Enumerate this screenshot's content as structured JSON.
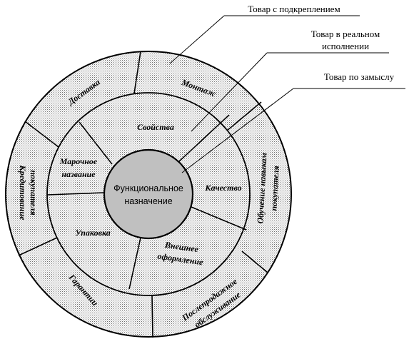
{
  "callouts": {
    "augmented": "Товар с подкреплением",
    "actual_line1": "Товар в реальном",
    "actual_line2": "исполнении",
    "concept": "Товар по замыслу"
  },
  "core": {
    "line1": "Функциональное",
    "line2": "назначение"
  },
  "middle_ring": {
    "properties": "Свойства",
    "quality": "Качество",
    "design_line1": "Внешнее",
    "design_line2": "оформление",
    "packaging": "Упаковка",
    "brand_line1": "Марочное",
    "brand_line2": "название"
  },
  "outer_ring": {
    "installation": "Монтаж",
    "training_line1": "Обучение навыкам",
    "training_line2": "покупателя",
    "after_sales_line1": "Послепродажное",
    "after_sales_line2": "обслуживание",
    "warranty": "Гарантии",
    "credit_line1": "Кредитование",
    "credit_line2": "покупателя",
    "delivery": "Доставка"
  }
}
